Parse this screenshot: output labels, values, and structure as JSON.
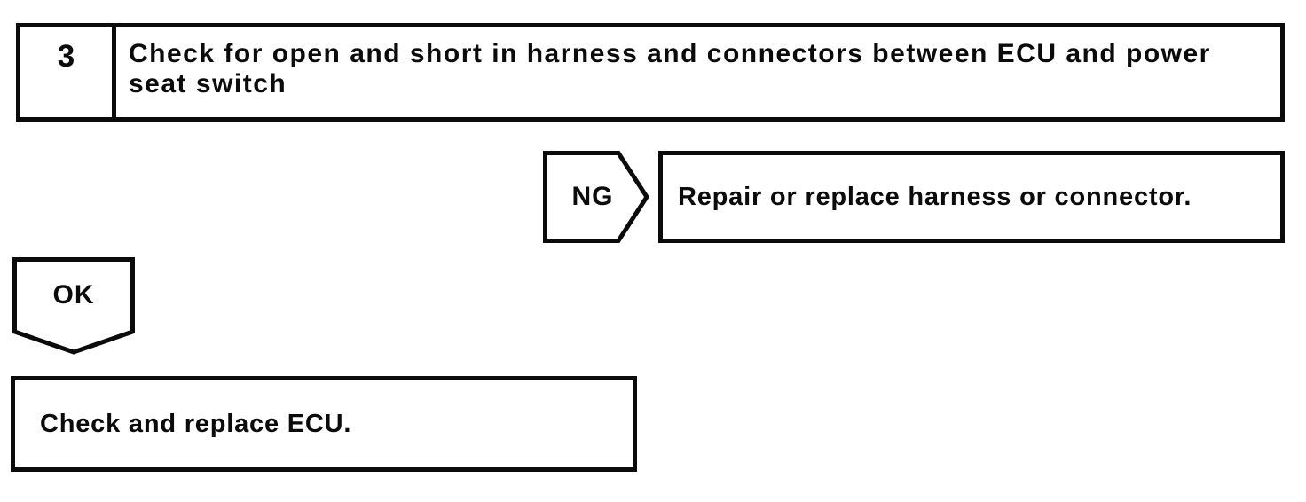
{
  "flowchart": {
    "step": {
      "number": "3",
      "title": "Check for open and short in harness and connectors between ECU and power seat switch"
    },
    "ng_branch": {
      "connector_label": "NG",
      "action": "Repair or replace harness or connector."
    },
    "ok_branch": {
      "connector_label": "OK",
      "action": "Check and replace ECU."
    },
    "colors": {
      "ink": "#0b0b0b",
      "background": "#ffffff"
    }
  }
}
